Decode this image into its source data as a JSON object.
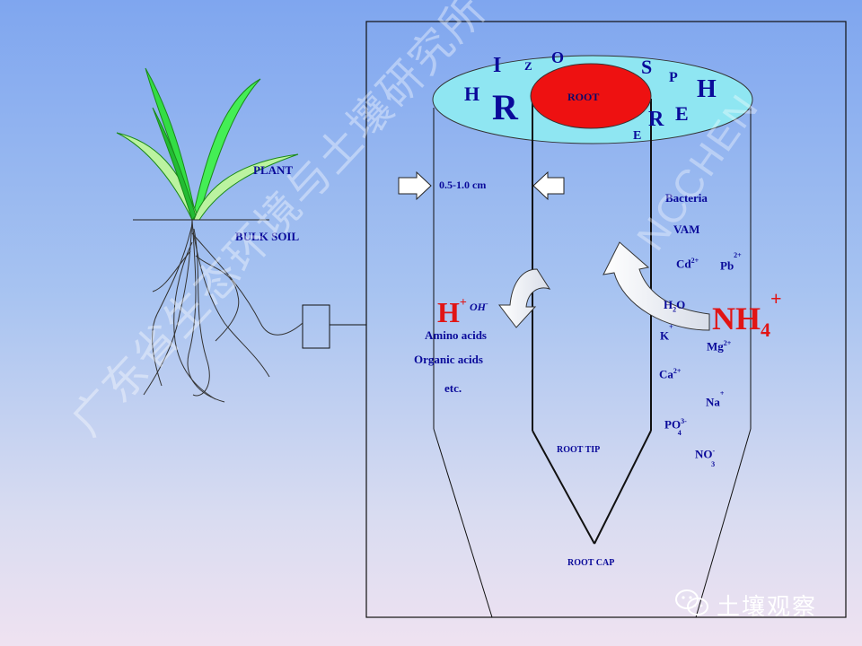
{
  "labels": {
    "plant": "PLANT",
    "bulk_soil": "BULK SOIL",
    "root": "ROOT",
    "distance": "0.5-1.0 cm",
    "root_tip": "ROOT TIP",
    "root_cap": "ROOT CAP"
  },
  "rhizosphere_letters": [
    "R",
    "H",
    "I",
    "Z",
    "O",
    "S",
    "P",
    "H",
    "E",
    "R",
    "E"
  ],
  "left_exudates": {
    "h_ion": "H",
    "h_charge": "+",
    "oh_ion": "OH",
    "oh_charge": "-",
    "amino": "Amino acids",
    "organic": "Organic acids",
    "etc": "etc."
  },
  "right_items": {
    "bacteria": "Bacteria",
    "vam": "VAM",
    "cd": "Cd",
    "cd_charge": "2+",
    "pb": "Pb",
    "pb_charge": "2+",
    "h2o_h": "H",
    "h2o_sub": "2",
    "h2o_o": "O",
    "k": "K",
    "k_charge": "+",
    "mg": "Mg",
    "mg_charge": "2+",
    "ca": "Ca",
    "ca_charge": "2+",
    "na": "Na",
    "na_charge": "+",
    "po": "PO",
    "po_charge": "3-",
    "po_sub": "4",
    "no": "NO",
    "no_charge": "-",
    "no_sub": "3",
    "nh_main": "NH",
    "nh_sub": "4",
    "nh_charge": "+"
  },
  "watermarks": {
    "institute": "广东省生态环境与土壤研究所",
    "author": "NCCHEN",
    "wechat": "土壤观察"
  },
  "colors": {
    "label_blue": "#0a0a9a",
    "ion_red": "#e11515",
    "disc_cyan": "#8fe6f2",
    "root_red": "#ee1111"
  }
}
